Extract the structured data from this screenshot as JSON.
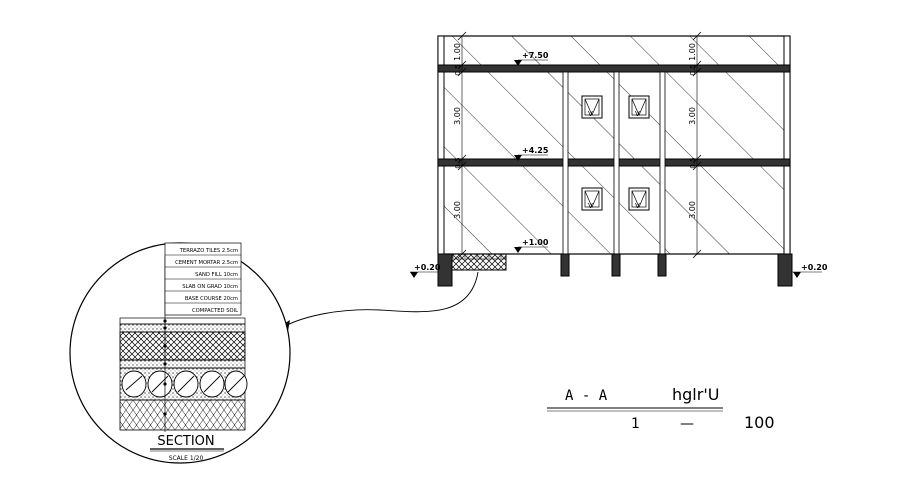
{
  "elevation": {
    "levels": [
      {
        "label": "+7.50"
      },
      {
        "label": "+4.25"
      },
      {
        "label": "+1.00"
      }
    ],
    "ground_left": "+0.20",
    "ground_right": "+0.20",
    "dims_left": [
      "1.00",
      "0.5",
      "3.00",
      "0.5",
      "3.00"
    ],
    "dims_right": [
      "1.00",
      "0.5",
      "3.00",
      "0.5",
      "3.00"
    ],
    "window_mark": "V"
  },
  "detail": {
    "layers": [
      "TERRAZO TILES  2.5cm",
      "CEMENT MORTAR 2.5cm",
      "SAND FILL 10cm",
      "SLAB ON GRAD 10cm",
      "BASE COURSE 20cm",
      "COMPACTED SOIL"
    ],
    "title": "SECTION",
    "scale": "SCALE 1/20"
  },
  "caption": {
    "section": "A  -  A",
    "name": "hglr'U",
    "scale_num": "1",
    "scale_dash": "—",
    "scale_den": "100"
  }
}
